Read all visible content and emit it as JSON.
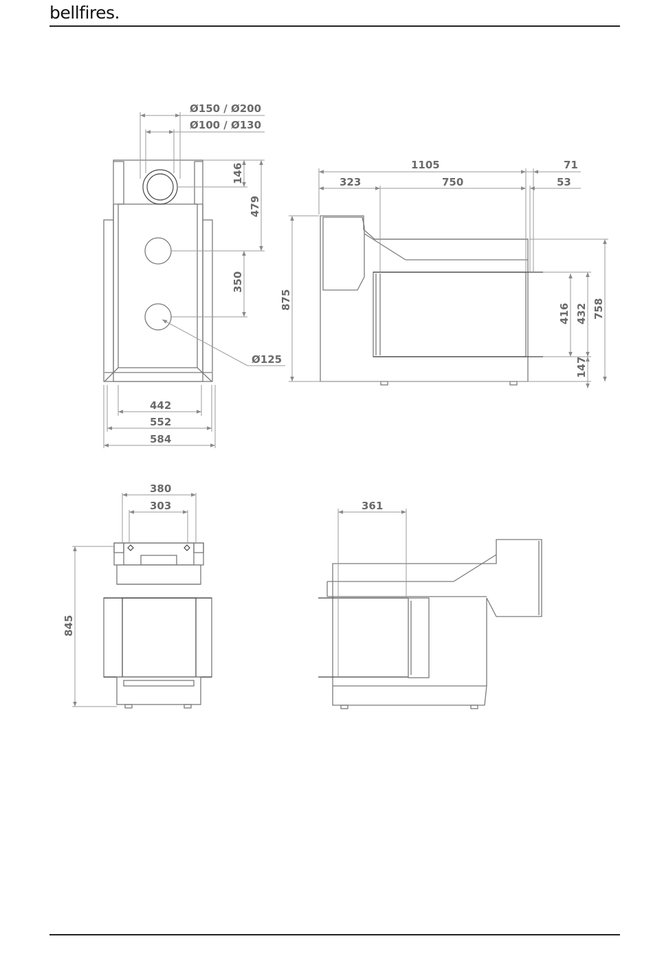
{
  "header": {
    "brand": "bellfires",
    "brand_suffix": "."
  },
  "dimensions": {
    "flue_outer": "Ø150 / Ø200",
    "flue_inner": "Ø100 / Ø130",
    "d146": "146",
    "d479": "479",
    "d350": "350",
    "d125": "Ø125",
    "d442": "442",
    "d552": "552",
    "d584": "584",
    "d1105": "1105",
    "d71": "71",
    "d323": "323",
    "d750": "750",
    "d53": "53",
    "d875": "875",
    "d416": "416",
    "d432": "432",
    "d758": "758",
    "d147": "147",
    "d380": "380",
    "d303": "303",
    "d845": "845",
    "d361": "361"
  }
}
